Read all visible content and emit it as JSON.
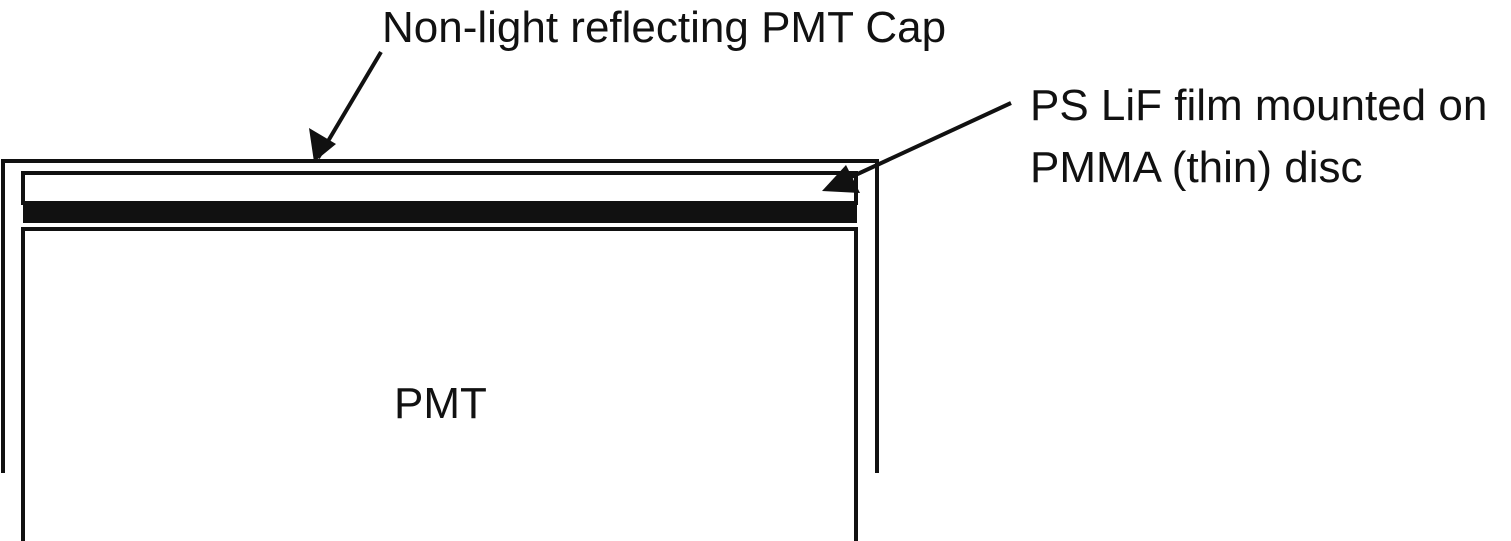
{
  "labels": {
    "cap": "Non-light reflecting PMT Cap",
    "film_line1": "PS LiF film mounted on",
    "film_line2": "PMMA (thin) disc",
    "pmt": "PMT"
  },
  "colors": {
    "stroke": "#111111",
    "background": "#ffffff"
  }
}
